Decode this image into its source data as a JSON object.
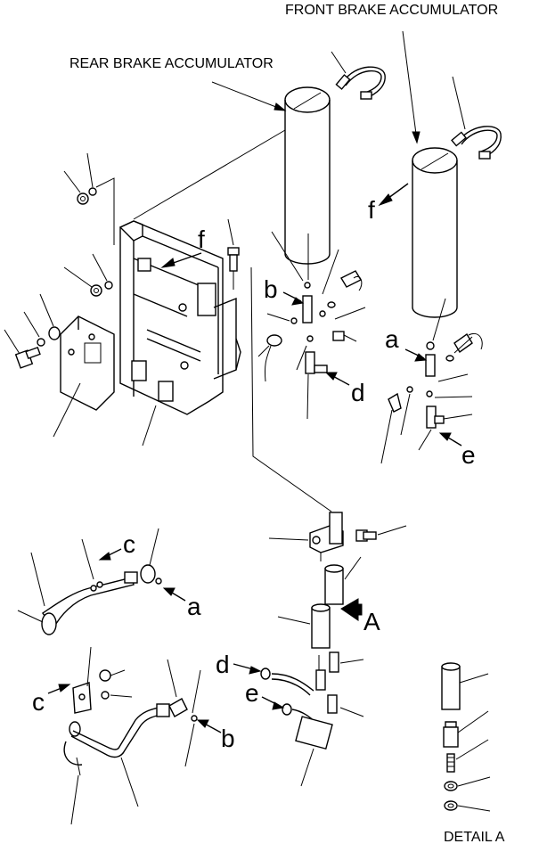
{
  "labels": {
    "front_brake_accumulator": "FRONT BRAKE ACCUMULATOR",
    "rear_brake_accumulator": "REAR BRAKE ACCUMULATOR",
    "detail_a": "DETAIL A"
  },
  "callouts": {
    "a": "a",
    "b": "b",
    "c": "c",
    "d": "d",
    "e": "e",
    "f": "f",
    "A": "A"
  }
}
